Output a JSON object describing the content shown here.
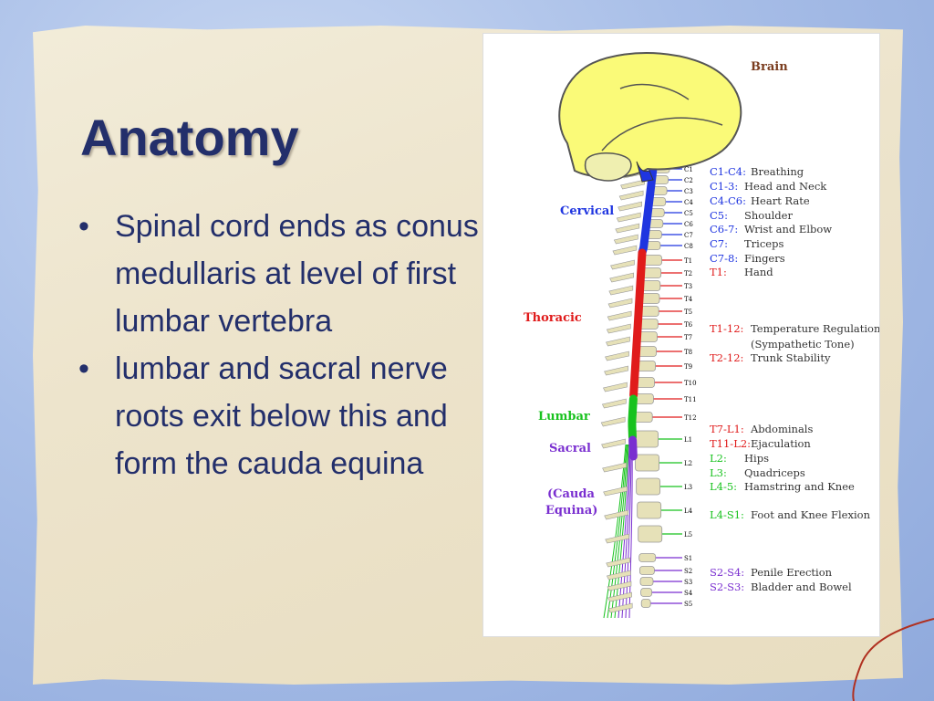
{
  "slide": {
    "title": "Anatomy",
    "bullets": [
      "Spinal cord ends as conus medullaris at level of first lumbar vertebra",
      "lumbar and sacral nerve roots exit below this and form the cauda equina"
    ],
    "bullet_symbol": "•"
  },
  "diagram": {
    "region_labels": {
      "brain": "Brain",
      "cervical": "Cervical",
      "thoracic": "Thoracic",
      "lumbar": "Lumbar",
      "sacral": "Sacral",
      "cauda_line1": "(Cauda",
      "cauda_line2": "Equina)"
    },
    "vertebra_labels": [
      "C1",
      "C2",
      "C3",
      "C4",
      "C5",
      "C6",
      "C7",
      "C8",
      "T1",
      "T2",
      "T3",
      "T4",
      "T5",
      "T6",
      "T7",
      "T8",
      "T9",
      "T10",
      "T11",
      "T12",
      "L1",
      "L2",
      "L3",
      "L4",
      "L5",
      "S1",
      "S2",
      "S3",
      "S4",
      "S5"
    ],
    "functions": [
      {
        "level": "C1-C4:",
        "desc": "Breathing"
      },
      {
        "level": "C1-3:",
        "desc": "Head and Neck"
      },
      {
        "level": "C4-C6:",
        "desc": "Heart Rate"
      },
      {
        "level": "C5:",
        "desc": "Shoulder"
      },
      {
        "level": "C6-7:",
        "desc": "Wrist and Elbow"
      },
      {
        "level": "C7:",
        "desc": "Triceps"
      },
      {
        "level": "C7-8:",
        "desc": "Fingers"
      },
      {
        "level": "T1:",
        "desc": "Hand"
      },
      {
        "level": "T1-12:",
        "desc": "Temperature Regulation"
      },
      {
        "level": "",
        "desc": "(Sympathetic Tone)"
      },
      {
        "level": "T2-12:",
        "desc": "Trunk Stability"
      },
      {
        "level": "T7-L1:",
        "desc": "Abdominals"
      },
      {
        "level": "T11-L2:",
        "desc": "Ejaculation"
      },
      {
        "level": "L2:",
        "desc": "Hips"
      },
      {
        "level": "L3:",
        "desc": "Quadriceps"
      },
      {
        "level": "L4-5:",
        "desc": "Hamstring and Knee"
      },
      {
        "level": "L4-S1:",
        "desc": "Foot and Knee Flexion"
      },
      {
        "level": "S2-S4:",
        "desc": "Penile Erection"
      },
      {
        "level": "S2-S3:",
        "desc": "Bladder and Bowel"
      }
    ],
    "colors": {
      "cervical": "#1f35e0",
      "thoracic": "#e01b1b",
      "lumbar": "#18c21e",
      "sacral": "#7a2fd0",
      "brain": "#fafa78",
      "bone": "#e6e1b8",
      "label_brown": "#7a3c1e"
    }
  }
}
